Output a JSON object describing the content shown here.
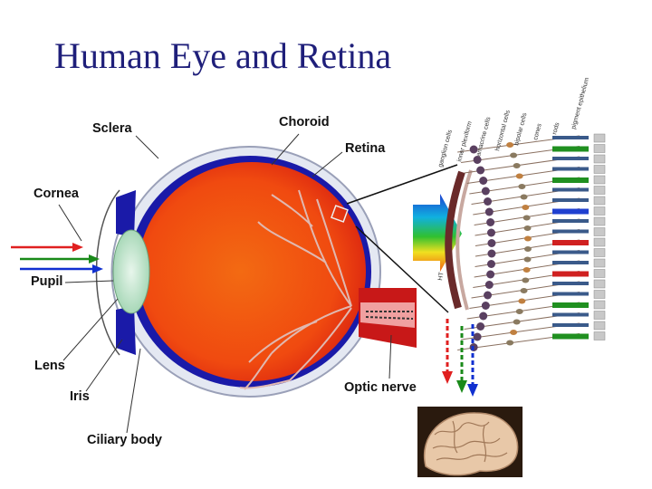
{
  "title": "Human Eye and Retina",
  "labels": {
    "sclera": "Sclera",
    "choroid": "Choroid",
    "retina": "Retina",
    "cornea": "Cornea",
    "pupil": "Pupil",
    "lens": "Lens",
    "iris": "Iris",
    "ciliary_body": "Ciliary body",
    "optic_nerve": "Optic nerve"
  },
  "retina_layers": [
    "ganglion cells",
    "inner plexiform",
    "amacrine cells",
    "horizontal cells",
    "bipolar cells",
    "cones",
    "rods",
    "pigment epithelium"
  ],
  "light_arrows": [
    {
      "color": "#e02020"
    },
    {
      "color": "#1a8a1a"
    },
    {
      "color": "#1030d0"
    }
  ],
  "signal_arrows": [
    {
      "color": "#e02020"
    },
    {
      "color": "#1a8a1a"
    },
    {
      "color": "#1030d0"
    }
  ],
  "colors": {
    "title": "#1f1f7a",
    "sclera_border": "#1a1aa8",
    "eye_fill": "#f04010",
    "vessel": "#d8a8a0",
    "lens": "#b8e0c0"
  }
}
